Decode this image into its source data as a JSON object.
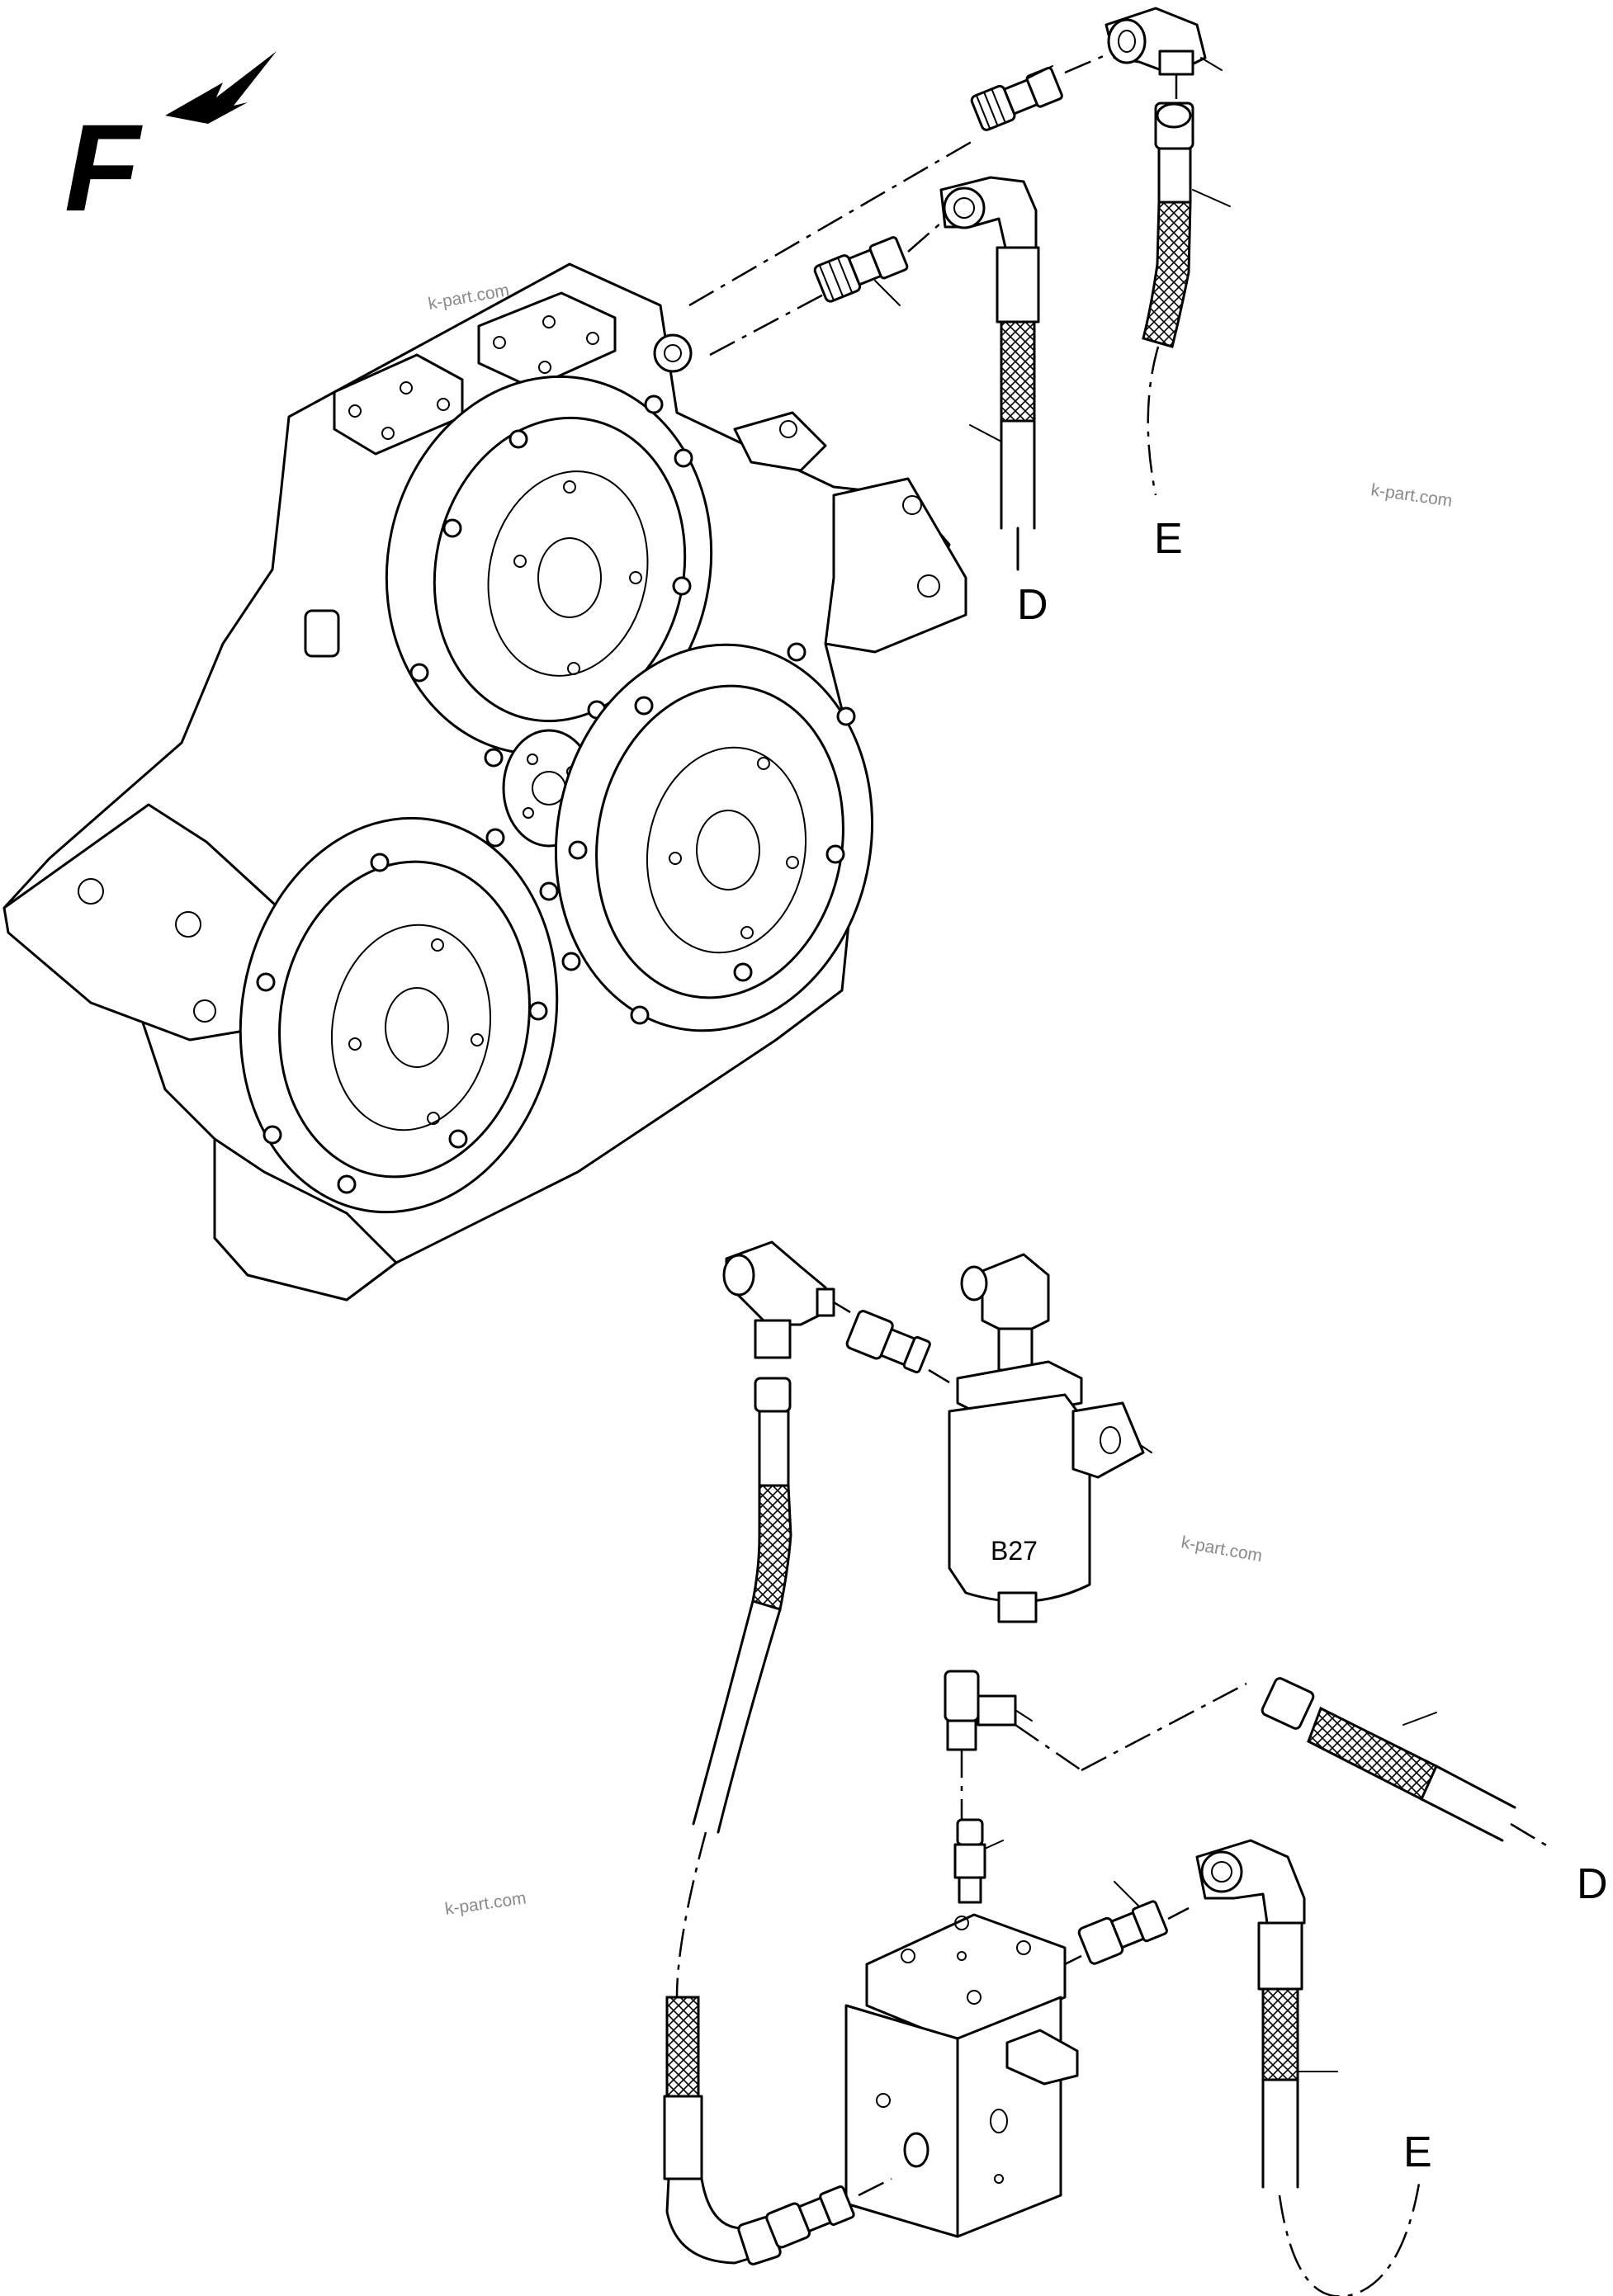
{
  "labels": {
    "front": "F",
    "d_top": "D",
    "e_top": "E",
    "d_bottom": "D",
    "e_bottom": "E",
    "sensor": "B27"
  },
  "watermarks": [
    "k-part.com",
    "k-part.com",
    "k-part.com",
    "k-part.com"
  ]
}
